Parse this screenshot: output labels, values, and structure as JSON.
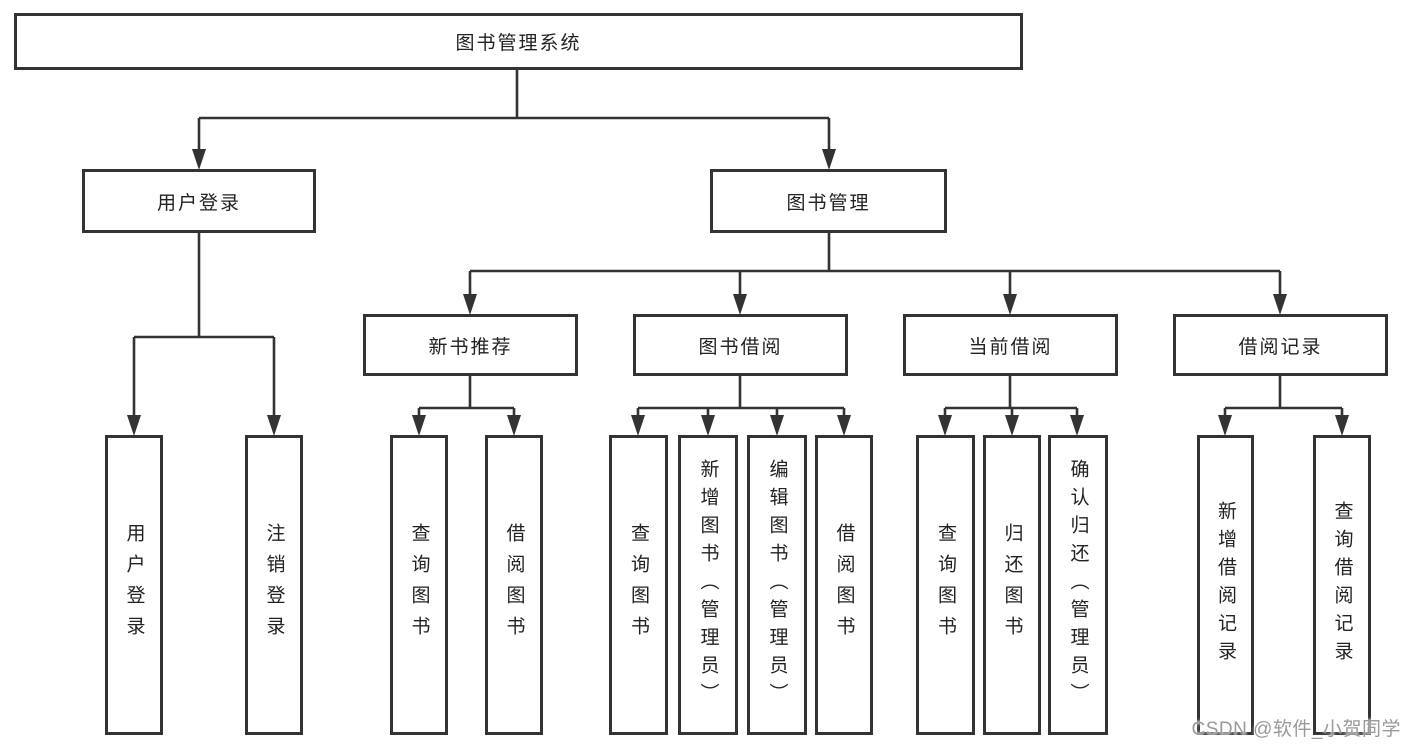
{
  "diagram": {
    "root": {
      "label": "图书管理系统"
    },
    "level2": [
      {
        "label": "用户登录"
      },
      {
        "label": "图书管理"
      }
    ],
    "level3": [
      {
        "label": "新书推荐"
      },
      {
        "label": "图书借阅"
      },
      {
        "label": "当前借阅"
      },
      {
        "label": "借阅记录"
      }
    ],
    "leaves": {
      "user_login": [
        {
          "label": "用户登录"
        },
        {
          "label": "注销登录"
        }
      ],
      "new_book": [
        {
          "label": "查询图书"
        },
        {
          "label": "借阅图书"
        }
      ],
      "book_borrow": [
        {
          "label": "查询图书"
        },
        {
          "label": "新增图书（管理员）"
        },
        {
          "label": "编辑图书（管理员）"
        },
        {
          "label": "借阅图书"
        }
      ],
      "current_borrow": [
        {
          "label": "查询图书"
        },
        {
          "label": "归还图书"
        },
        {
          "label": "确认归还（管理员）"
        }
      ],
      "borrow_records": [
        {
          "label": "新增借阅记录"
        },
        {
          "label": "查询借阅记录"
        }
      ]
    }
  },
  "watermark": {
    "text": "CSDN @软件_小贺同学"
  },
  "colors": {
    "line": "#333333",
    "text": "#222222",
    "watermark": "#9a9a9a",
    "background": "#ffffff"
  }
}
